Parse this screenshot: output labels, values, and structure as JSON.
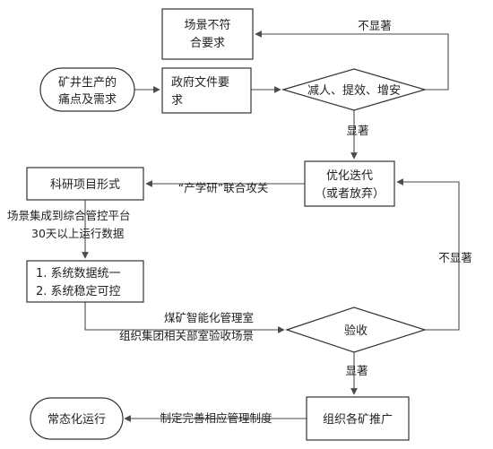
{
  "colors": {
    "stroke": "#333333",
    "text": "#222222",
    "background": "#ffffff"
  },
  "nodes": {
    "mining_needs": [
      "矿井生产的",
      "痛点及需求"
    ],
    "scene_unfit": [
      "场景不符",
      "合要求"
    ],
    "gov_docs": [
      "政府文件要",
      "求"
    ],
    "decision_effect": "减人、提效、增安",
    "optimize": [
      "优化迭代",
      "（或者放弃）"
    ],
    "research_project": "科研项目形式",
    "system_list": [
      "1. 系统数据统一",
      "2. 系统稳定可控"
    ],
    "decision_accept": "验收",
    "group_promote": "组织各矿推广",
    "normal_operation": "常态化运行"
  },
  "labels": {
    "not_significant_top": "不显著",
    "significant_1": "显著",
    "industry_research": "“产学研”联合攻关",
    "integration": [
      "场景集成到综合管控平台",
      "30天以上运行数据"
    ],
    "acceptance_org": [
      "煤矿智能化管理室",
      "组织集团相关部室验收场景"
    ],
    "not_significant_right": "不显著",
    "significant_2": "显著",
    "mgmt_system": "制定完善相应管理制度"
  }
}
